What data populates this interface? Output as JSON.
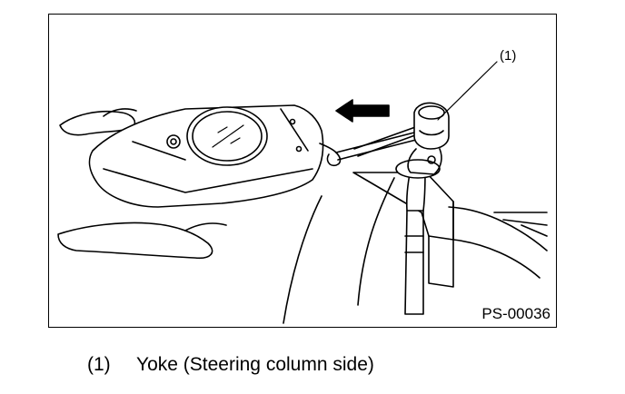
{
  "figure": {
    "callout_label": "(1)",
    "figure_code": "PS-00036"
  },
  "legend": [
    {
      "number": "(1)",
      "text": "Yoke (Steering column side)"
    }
  ]
}
